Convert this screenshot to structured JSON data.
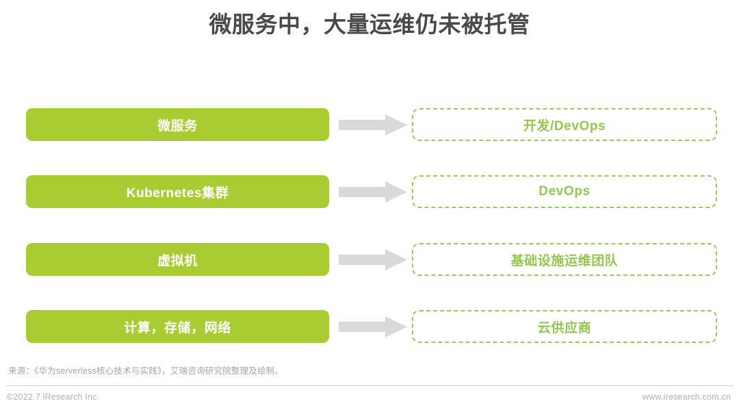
{
  "title": "微服务中，大量运维仍未被托管",
  "colors": {
    "title_text": "#494949",
    "source_box_fill": "#aacc33",
    "source_box_text": "#ffffff",
    "target_box_border": "#98cc52",
    "target_box_text": "#92c84e",
    "arrow_fill": "#d9d9d9",
    "footer_text": "#b0b0b0"
  },
  "diagram": {
    "type": "flow-mapping",
    "arrow_icon": "arrow-right-icon",
    "rows": [
      {
        "source": "微服务",
        "target": "开发/DevOps"
      },
      {
        "source": "Kubernetes集群",
        "target": "DevOps"
      },
      {
        "source": "虚拟机",
        "target": "基础设施运维团队"
      },
      {
        "source": "计算，存储，网络",
        "target": "云供应商"
      }
    ]
  },
  "source_note": "来源：《华为serverless核心技术与实践》，艾瑞咨询研究院整理及绘制。",
  "footer": {
    "copyright": "©2022.7 iResearch Inc.",
    "website": "www.iresearch.com.cn"
  }
}
